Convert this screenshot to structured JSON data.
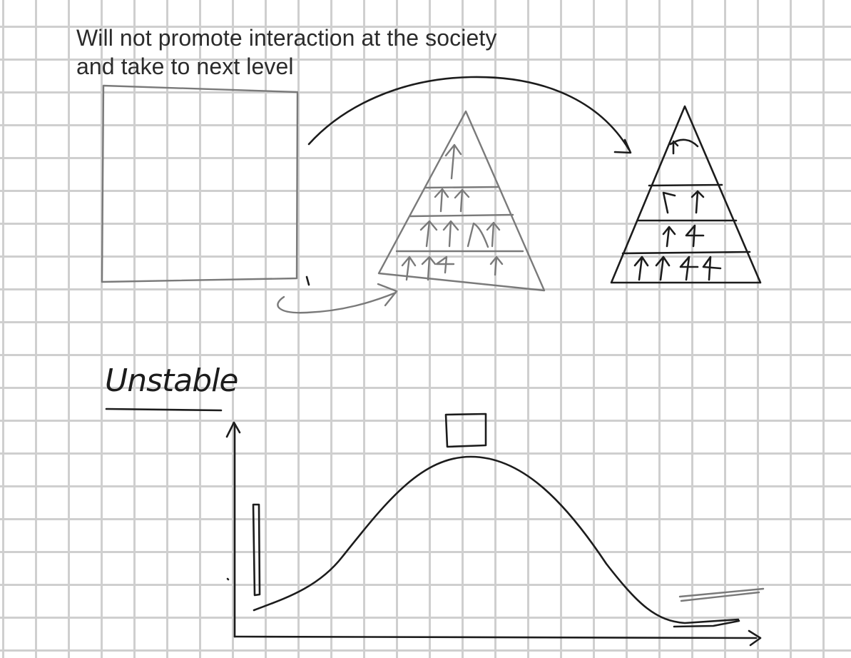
{
  "heading": {
    "line1": "Will not promote interaction at the society",
    "line2": "and take to next level"
  },
  "bottom_label": "Unstable",
  "colors": {
    "grid": "#cfcfcf",
    "ink": "#1c1c1c",
    "grey_ink": "#7a7a7a",
    "background": "#ffffff"
  }
}
